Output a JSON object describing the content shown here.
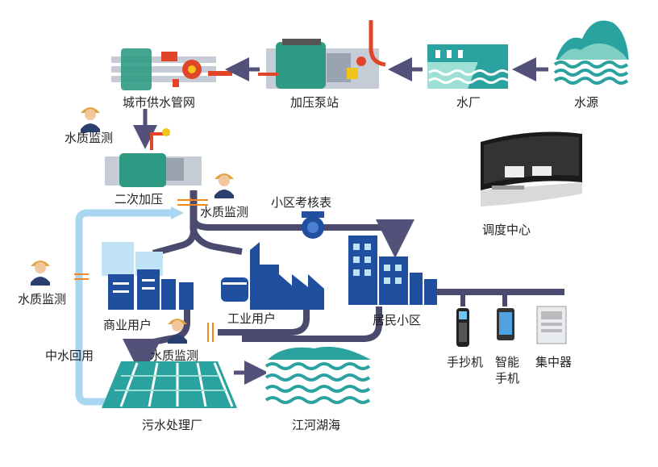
{
  "labels": {
    "water_source": "水源",
    "water_plant": "水厂",
    "pump_station": "加压泵站",
    "city_network": "城市供水管网",
    "qm_top": "水质监测",
    "secondary_pressure": "二次加压",
    "qm_mid": "水质监测",
    "district_meter": "小区考核表",
    "dispatch_center": "调度中心",
    "qm_left": "水质监测",
    "commercial_user": "商业用户",
    "industrial_user": "工业用户",
    "residential_area": "居民小区",
    "handheld_reader": "手抄机",
    "smartphone_l1": "智能",
    "smartphone_l2": "手机",
    "concentrator": "集中器",
    "reclaimed_water": "中水回用",
    "qm_bottom": "水质监测",
    "sewage_plant": "污水处理厂",
    "rivers_lakes_seas": "江河湖海"
  },
  "colors": {
    "pipe": "#4a4a6e",
    "arrow": "#53507a",
    "reclaim_pipe": "#a9d6f0",
    "building_blue": "#1f4f9e",
    "building_light": "#bfe3f4",
    "water_teal": "#2aa3a0",
    "water_light": "#9fe0d6",
    "machine_green": "#2f9a84",
    "machine_grey": "#c7cdd6",
    "accent_orange": "#f08a1e",
    "accent_red": "#e0452a",
    "worker_skin": "#f2c79d",
    "worker_hat": "#e2a33c"
  }
}
